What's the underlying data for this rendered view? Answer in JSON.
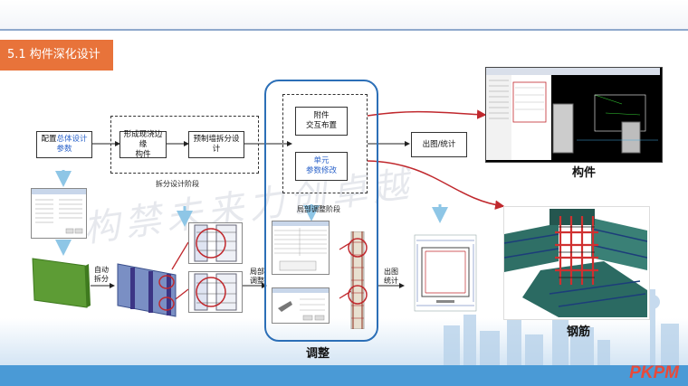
{
  "header": {
    "title": "5.1 构件深化设计"
  },
  "flow": {
    "config": {
      "line1_prefix": "配置",
      "line1_accent": "总体设计",
      "line2": "参数"
    },
    "form_edge": {
      "line1": "形成现浇边缘",
      "line2": "构件"
    },
    "wall_split": {
      "line1": "预制墙拆分设",
      "line2": "计"
    },
    "attach": {
      "line1": "附件",
      "line2": "交互布置"
    },
    "unit": {
      "line1": "单元",
      "line2": "参数修改"
    },
    "output": {
      "label": "出图/统计"
    }
  },
  "phases": {
    "split_phase": "拆分设计阶段",
    "local_phase": "局部调整阶段"
  },
  "steps": {
    "auto_split": {
      "line1": "自动",
      "line2": "拆分"
    },
    "local_adjust": {
      "line1": "局部",
      "line2": "调整"
    },
    "draw_stats": {
      "line1": "出图",
      "line2": "统计"
    }
  },
  "captions": {
    "adjust": "调整",
    "component": "构件",
    "rebar": "钢筋"
  },
  "watermark": "构禁未来力创卓越",
  "logo": "PKPM",
  "colors": {
    "accent": "#e8733a",
    "highlight_blue": "#2c6fb7",
    "arrow_red": "#c0282d"
  }
}
